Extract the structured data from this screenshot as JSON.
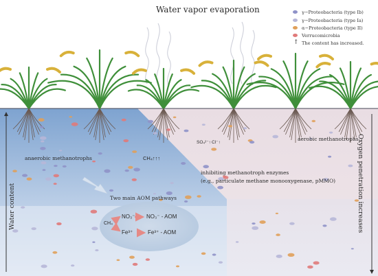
{
  "title": "Water vapor evaporation",
  "legend": [
    {
      "label": "γ−Proteobacteria (type Ib)",
      "color": "#8f92c8"
    },
    {
      "label": "γ−Proteobacteria (type Ia)",
      "color": "#b7b7d8"
    },
    {
      "label": "α−Proteobacteria (type II)",
      "color": "#e0a05a"
    },
    {
      "label": "Verrucomicrobia",
      "color": "#e07a7a"
    },
    {
      "label": "The content has increased.",
      "icon": "arrow-up-icon"
    }
  ],
  "left_axis": "Water content",
  "right_axis": "Oxygen penetration increases",
  "labels": {
    "anaerobic": "anaerobic methanotrophs",
    "aerobic": "aerobic methanotrophs",
    "ch4_up": "CH₄↑↑↑",
    "ions_left": "SO₄²⁻↑",
    "ions_right": "Cl⁻↑",
    "inhibit_line1": "inhibiting methanotroph enzymes",
    "inhibit_line2": "(e.g., particulate methane monooxygenase, pMMO)",
    "aom_title": "Two main AOM pathways",
    "ch4": "CH₄",
    "no3": "NO₃⁻",
    "no3_aom": "NO₃⁻ - AOM",
    "fe": "Fe³⁺",
    "fe_aom": "Fe³⁺ - AOM"
  },
  "colors": {
    "soil_blue": "#8fb0d6",
    "soil_pink": "#eadfe5",
    "plant_green": "#3f8f3a",
    "grain_yellow": "#d8b13a",
    "root": "#6b5a52"
  }
}
